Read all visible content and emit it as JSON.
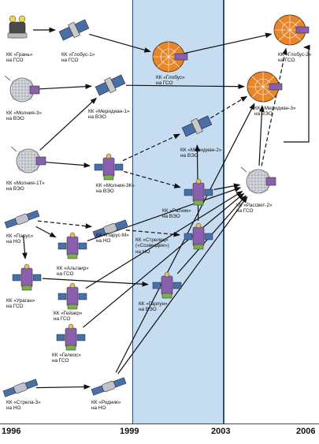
{
  "colors": {
    "band": "#c6dcf0",
    "frame": "#2f4f6f",
    "ink": "#111111",
    "dish": "#e8862a",
    "panel": "#4a6fa8",
    "body": "#8a5fb0"
  },
  "years": [
    "1996",
    "1999",
    "2003",
    "2006"
  ],
  "nodes": {
    "gran": {
      "name": "КК «Грань»",
      "orbit": "на ГСО"
    },
    "globus1": {
      "name": "КК «Глобус-1»",
      "orbit": "на ГСО"
    },
    "globus": {
      "name": "КК «Глобус»",
      "orbit": "на ГСО"
    },
    "globus2": {
      "name": "КК «Глобус-2»",
      "orbit": "на ГСО"
    },
    "molniya3": {
      "name": "КК «Молния-3»",
      "orbit": "на ВЭО"
    },
    "meridian1": {
      "name": "КК «Меридиан-1»",
      "orbit": "на ВЭО"
    },
    "meridian3": {
      "name": "КК «Меридиан-3»",
      "orbit": "на ВЭО"
    },
    "meridian2": {
      "name": "КК «Меридиан-2»",
      "orbit": "на ВЭО"
    },
    "molniya1t": {
      "name": "КК «Молния-1Т»",
      "orbit": "на ВЭО"
    },
    "molniya3k": {
      "name": "КК «Молния-3К»",
      "orbit": "на ВЭО"
    },
    "ratnik": {
      "name": "КК «Ратник»",
      "orbit": "на ВЭО"
    },
    "rassvet2": {
      "name": "КК «Рассвет-2»",
      "orbit": "на ГСО"
    },
    "parus": {
      "name": "КК «Парус»",
      "orbit": "на НО"
    },
    "parusm": {
      "name": "КК «Парус-М»",
      "orbit": "на НО"
    },
    "strelets": {
      "name": "КК «Стрелец»",
      "name2": "(«Созвездие»)",
      "orbit": "на НО"
    },
    "altair": {
      "name": "КК «Альтаир»",
      "orbit": "на ГСО"
    },
    "uragan": {
      "name": "КК «Ураган»",
      "orbit": "на ГСО"
    },
    "garpun": {
      "name": "КК «Гарпун»",
      "orbit": "на ВЭО"
    },
    "geizer": {
      "name": "КК «Гейзер»",
      "orbit": "на ГСО"
    },
    "gelios": {
      "name": "КК «Гелиос»",
      "orbit": "на ГСО"
    },
    "strela3": {
      "name": "КК «Стрела-3»",
      "orbit": "на НО"
    },
    "rodnik": {
      "name": "КК «Родник»",
      "orbit": "на НО"
    }
  },
  "icons": {
    "gran": "satellite-cylinder-icon",
    "globus1": "satellite-panel-icon",
    "globus": "satellite-dish-icon",
    "globus2": "satellite-dish-icon",
    "molniya3": "satellite-mesh-icon",
    "meridian1": "satellite-panel-icon",
    "meridian3": "satellite-dish-icon",
    "meridian2": "satellite-panel-icon",
    "molniya1t": "satellite-mesh-icon",
    "molniya3k": "satellite-robot-icon",
    "ratnik": "satellite-robot-icon",
    "rassvet2": "satellite-mesh-icon",
    "parus": "satellite-cross-icon",
    "parusm": "satellite-cross-icon",
    "strelets": "satellite-robot-icon",
    "altair": "satellite-robot-icon",
    "uragan": "satellite-robot-icon",
    "garpun": "satellite-robot-icon",
    "geizer": "satellite-robot-icon",
    "gelios": "satellite-robot-icon",
    "strela3": "satellite-cross-icon",
    "rodnik": "satellite-cross-icon"
  }
}
